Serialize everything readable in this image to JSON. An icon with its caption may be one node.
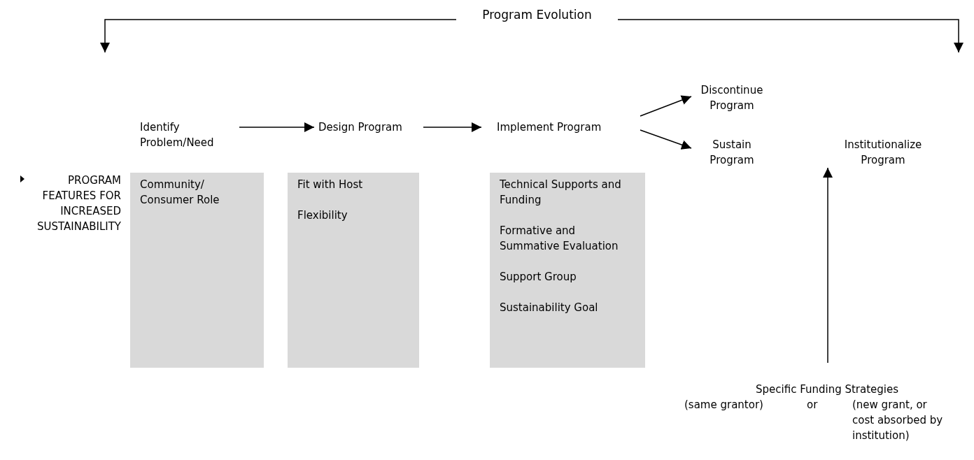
{
  "diagram": {
    "nodes": [
      {
        "text": [
          "Program Evolution"
        ]
      },
      {
        "text": [
          "Identify Problem/Need"
        ]
      },
      {
        "text": [
          "Design Program"
        ]
      },
      {
        "text": [
          "Implement Program"
        ]
      },
      {
        "text": [
          "Discontinue Program"
        ]
      },
      {
        "text": [
          "Sustain Program"
        ]
      },
      {
        "text": [
          "Institutionalize Program"
        ]
      },
      {
        "text": [
          "Community/ Consumer Role"
        ]
      },
      {
        "text": [
          "Fit with Host",
          "Flexibility"
        ]
      },
      {
        "text": [
          "Technical Supports and Funding",
          "Formative and Summative Evaluation",
          "Support Group",
          "Sustainability Goal"
        ]
      },
      {
        "text": [
          "Specific Funding Strategies",
          "(same grantor)",
          "or",
          "(new grant, or cost absorbed by institution)"
        ]
      }
    ],
    "edges": [
      {
        "from": 0,
        "to": null,
        "arrow": "to"
      },
      {
        "from": 0,
        "to": null,
        "arrow": "to"
      },
      {
        "from": 1,
        "to": 2,
        "arrow": "to"
      },
      {
        "from": 2,
        "to": 3,
        "arrow": "to"
      },
      {
        "from": 3,
        "to": 4,
        "arrow": "to"
      },
      {
        "from": 3,
        "to": 5,
        "arrow": "to"
      },
      {
        "from": 10,
        "to": 6,
        "arrow": "to"
      }
    ],
    "labels": [
      "PROGRAM FEATURES FOR INCREASED SUSTAINABILITY"
    ]
  }
}
